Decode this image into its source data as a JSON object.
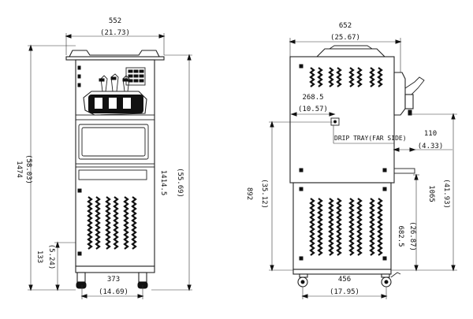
{
  "front_view": {
    "width_mm": "552",
    "width_in": "(21.73)",
    "height_mm": "1474",
    "height_in": "(58.03)",
    "height2_mm": "1414.5",
    "height2_in": "(55.69)",
    "base_mm": "133",
    "base_in": "(5.24)",
    "wheelbase_mm": "373",
    "wheelbase_in": "(14.69)"
  },
  "side_view": {
    "width_mm": "652",
    "width_in": "(25.67)",
    "depth1_mm": "268.5",
    "depth1_in": "(10.57)",
    "drip_label": "DRIP TRAY(FAR SIDE)",
    "height_mm": "892",
    "height_in": "(35.12)",
    "offset_mm": "110",
    "offset_in": "(4.33)",
    "tray_height_mm": "1065",
    "tray_height_in": "(41.93)",
    "lower_mm": "682.5",
    "lower_in": "(26.87)",
    "wheelbase_mm": "456",
    "wheelbase_in": "(17.95)"
  }
}
